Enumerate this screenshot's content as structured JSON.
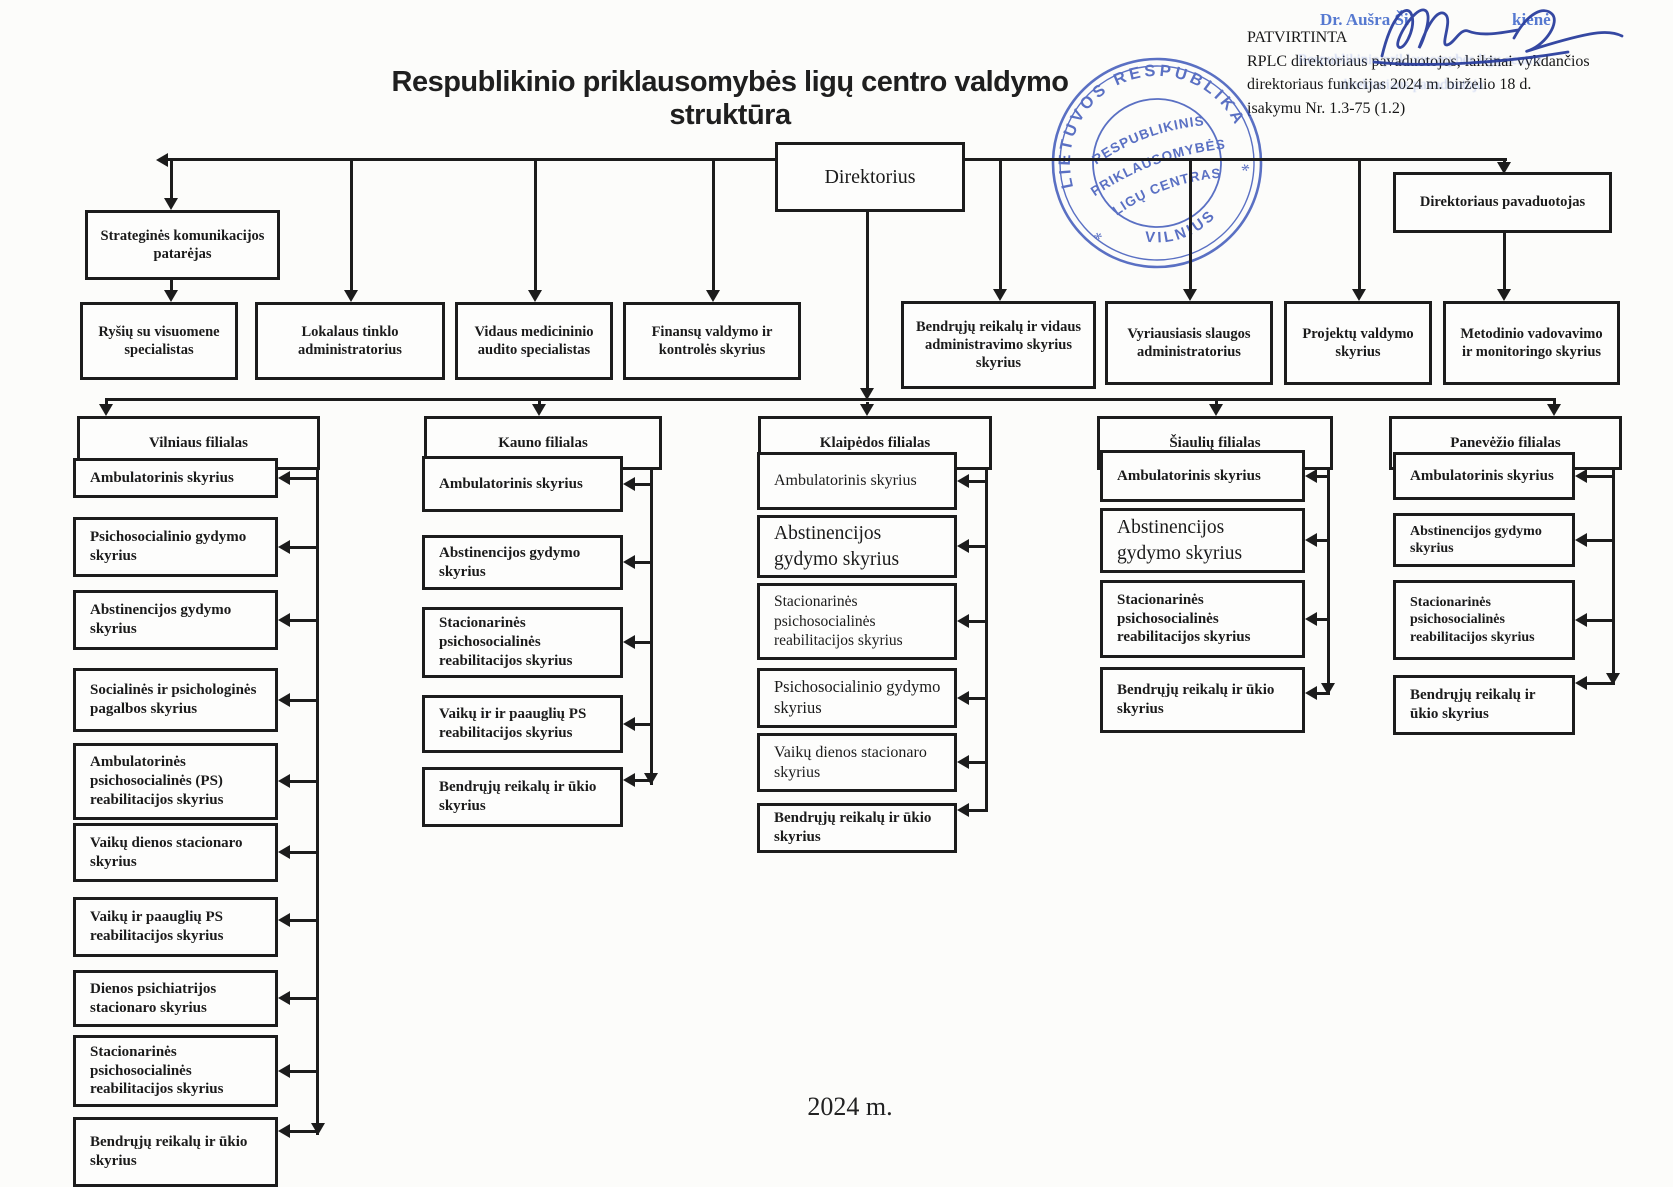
{
  "title": "Respublikinio priklausomybės ligų centro valdymo struktūra",
  "caption": "2024 m.",
  "approval": {
    "line1": "PATVIRTINTA",
    "line2": "RPLC direktoriaus pavaduotojos, laikinai vykdančios",
    "line3": "direktoriaus funkcijas 2024 m. birželio 18 d.",
    "line4": "įsakymu Nr. 1.3-75 (1.2)"
  },
  "signature": {
    "name_left": "Dr. Aušra Ši",
    "name_right": "kienė",
    "faint_line1": "Respublikinio priklausomybės ligų centro",
    "faint_line2": "direktoriaus pavaduotoja"
  },
  "stamp": {
    "outer_text": "LIETUVOS RESPUBLIKA",
    "bottom_text": "VILNIUS",
    "center_line1": "RESPUBLIKINIS",
    "center_line2": "PRIKLAUSOMYBĖS",
    "center_line3": "LIGŲ CENTRAS",
    "star_left": "*",
    "star_right": "*",
    "ink_color": "#3752b8"
  },
  "org": {
    "director": "Direktorius",
    "deputy": "Direktoriaus pavaduotojas",
    "advisor": "Strateginės komunikacijos patarėjas",
    "staff_left": [
      "Ryšių su visuomene specialistas",
      "Lokalaus tinklo administratorius",
      "Vidaus medicininio audito specialistas",
      "Finansų valdymo ir kontrolės skyrius"
    ],
    "staff_right": [
      "Bendrųjų reikalų ir vidaus administravimo skyrius skyrius",
      "Vyriausiasis slaugos administratorius",
      "Projektų valdymo skyrius",
      "Metodinio vadovavimo ir monitoringo skyrius"
    ]
  },
  "branches": [
    {
      "name": "Vilniaus filialas",
      "units": [
        "Ambulatorinis skyrius",
        "Psichosocialinio gydymo skyrius",
        "Abstinencijos gydymo skyrius",
        "Socialinės ir psichologinės pagalbos skyrius",
        "Ambulatorinės psichosocialinės (PS) reabilitacijos skyrius",
        "Vaikų dienos stacionaro skyrius",
        "Vaikų ir paauglių PS reabilitacijos skyrius",
        "Dienos psichiatrijos stacionaro skyrius",
        "Stacionarinės psichosocialinės reabilitacijos skyrius",
        "Bendrųjų reikalų ir ūkio skyrius"
      ]
    },
    {
      "name": "Kauno filialas",
      "units": [
        "Ambulatorinis skyrius",
        "Abstinencijos gydymo skyrius",
        "Stacionarinės psichosocialinės reabilitacijos skyrius",
        "Vaikų ir ir paauglių PS reabilitacijos skyrius",
        "Bendrųjų reikalų ir ūkio skyrius"
      ]
    },
    {
      "name": "Klaipėdos filialas",
      "units": [
        "Ambulatorinis skyrius",
        "Abstinencijos gydymo skyrius",
        "Stacionarinės psichosocialinės reabilitacijos skyrius",
        "Psichosocialinio gydymo skyrius",
        "Vaikų dienos stacionaro skyrius",
        "Bendrųjų reikalų ir ūkio skyrius"
      ]
    },
    {
      "name": "Šiaulių filialas",
      "units": [
        "Ambulatorinis skyrius",
        "Abstinencijos gydymo skyrius",
        "Stacionarinės psichosocialinės reabilitacijos skyrius",
        "Bendrųjų reikalų ir ūkio skyrius"
      ]
    },
    {
      "name": "Panevėžio filialas",
      "units": [
        "Ambulatorinis skyrius",
        "Abstinencijos gydymo skyrius",
        "Stacionarinės psichosocialinės reabilitacijos skyrius",
        "Bendrųjų reikalų ir ūkio skyrius"
      ]
    }
  ]
}
